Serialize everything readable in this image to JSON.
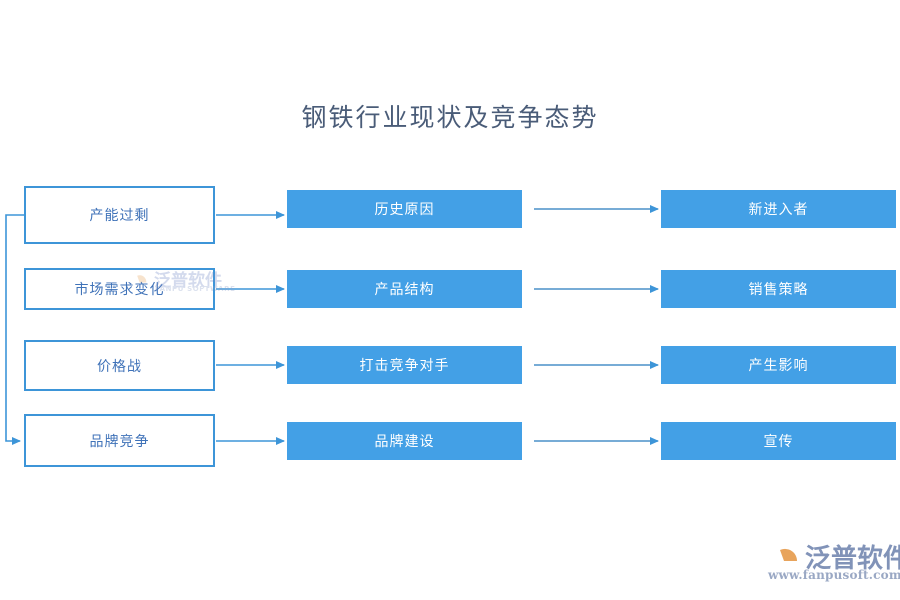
{
  "page": {
    "background_color": "#ffffff",
    "title": "钢铁行业现状及竞争态势",
    "title_color": "#4a5c78"
  },
  "theme": {
    "accent_blue": "#43a0e6",
    "outline_border": "#3d95d8",
    "outline_text": "#3f72b8",
    "filled_text": "#ffffff",
    "arrow_color": "#3d95d8",
    "watermark_color": "#6f86c4"
  },
  "diagram": {
    "type": "flow-matrix",
    "columns": [
      {
        "key": "cause",
        "style": "outline"
      },
      {
        "key": "mechanism",
        "style": "filled"
      },
      {
        "key": "outcome",
        "style": "filled"
      }
    ],
    "rows": [
      {
        "cause": "产能过剩",
        "mechanism": "历史原因",
        "outcome": "新进入者"
      },
      {
        "cause": "市场需求变化",
        "mechanism": "产品结构",
        "outcome": "销售策略"
      },
      {
        "cause": "价格战",
        "mechanism": "打击竞争对手",
        "outcome": "产生影响"
      },
      {
        "cause": "品牌竞争",
        "mechanism": "品牌建设",
        "outcome": "宣传"
      }
    ],
    "loop_connector": {
      "from_row": 1,
      "to_row": 4,
      "description": "产能过剩 左侧回流至 品牌竞争"
    }
  },
  "watermark_center": {
    "text": "泛普软件",
    "subtext": "FANPU SOFTWARE"
  },
  "brand": {
    "name": "泛普软件",
    "url": "www.fanpusoft.com"
  }
}
